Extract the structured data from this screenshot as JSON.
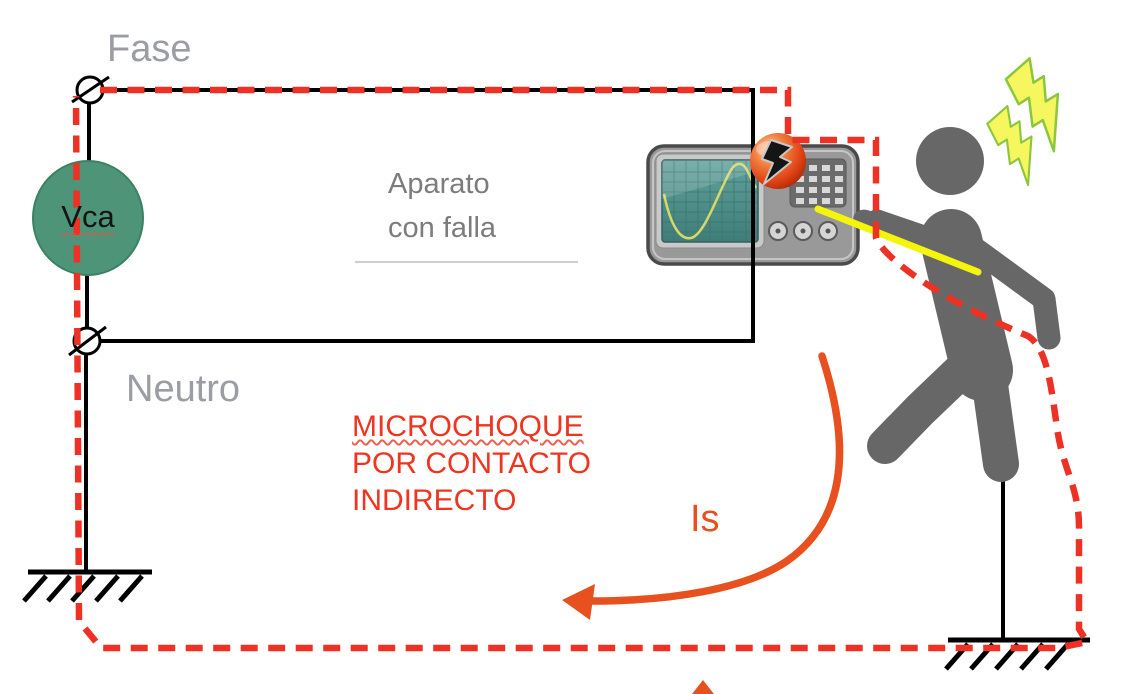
{
  "diagram": {
    "title": "Microshock by indirect contact circuit diagram",
    "labels": {
      "phase": "Fase",
      "neutral": "Neutro",
      "source": "Vca",
      "device_caption": [
        "Aparato",
        "con falla"
      ],
      "warning": [
        "MICROCHOQUE",
        "POR CONTACTO",
        "INDIRECTO"
      ],
      "current": "Is"
    },
    "colors": {
      "wire_black": "#000000",
      "fault_path_red": "#ED3124",
      "warning_text_red": "#EF3420",
      "current_arrow_orange": "#E7511F",
      "source_green": "#4D9479",
      "person_gray": "#676767",
      "diagram_label_gray": "#9A9DA4",
      "caption_gray": "#7C7C7C",
      "probe_yellow": "#F4F40C",
      "bolt_yellow_fill": "#F6F65E",
      "bolt_green_outline": "#8CC63F",
      "oscilloscope_screen_teal": "#4E8F8A"
    },
    "icons": {
      "oscilloscope-icon": "svg oscilloscope with sine wave screen",
      "spark-ball-icon": "⚡ black bolt on red glossy sphere",
      "lightning-bolt-icon": "⚡ yellow bolt with green outline (x2)",
      "person-figure": "gray human silhouette touching device",
      "ground-symbol-icon": "earth ground hatched symbol (x2)",
      "terminal-icon": "circle with diagonal slash (x2)",
      "probe-line": "yellow test probe line"
    }
  }
}
